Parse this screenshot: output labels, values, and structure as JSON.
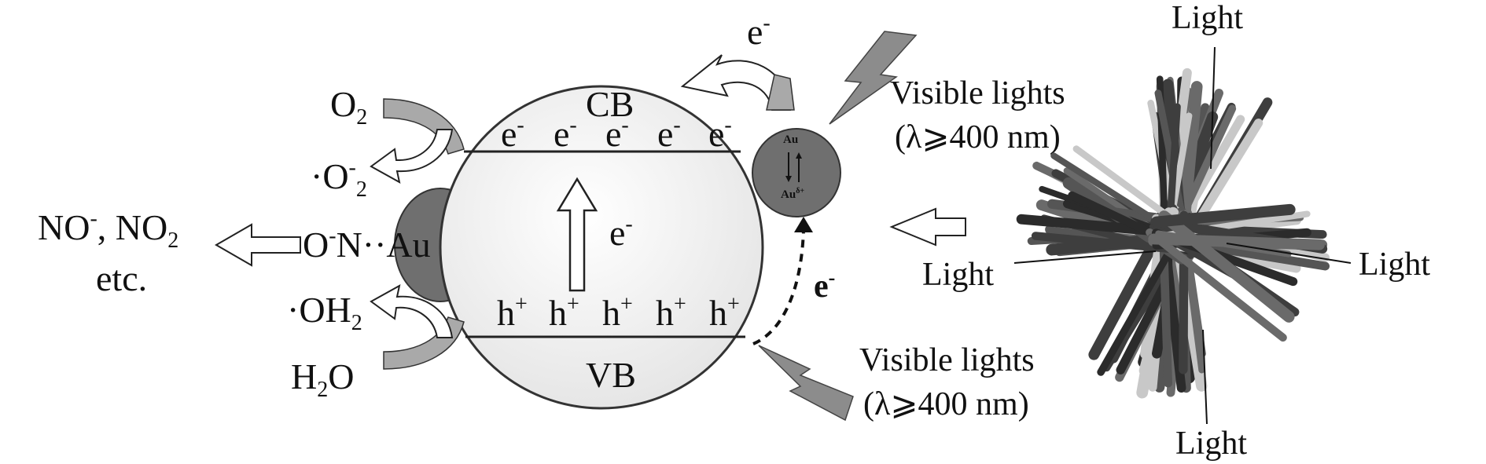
{
  "labels": {
    "cb": "CB",
    "vb": "VB",
    "electron": "e",
    "electron_sign": "-",
    "hole": "h",
    "hole_sign": "+",
    "e_top": "e",
    "e_dashed": "e",
    "o2": "O",
    "o2_sub": "2",
    "superoxide": "·O",
    "superoxide_sign": "-",
    "superoxide_sub": "2",
    "onoau_o": "O",
    "onoau_rest": "N··Au",
    "products_line1_a": "NO",
    "products_line1_sign": "-",
    "products_line1_b": ", NO",
    "products_line1_sub": "2",
    "products_line2": "etc.",
    "oh2": "·OH",
    "oh2_sub": "2",
    "h2o_h": "H",
    "h2o_sub": "2",
    "h2o_o": "O",
    "au_small": "Au",
    "au_particle_top": "Au",
    "au_particle_bottom": "Au",
    "au_particle_bottom_sup": "δ+",
    "visible_top_line1": "Visible lights",
    "visible_top_line2": "(λ⩾400 nm)",
    "visible_bottom_line1": "Visible lights",
    "visible_bottom_line2": "(λ⩾400 nm)",
    "light_top": "Light",
    "light_left": "Light",
    "light_right": "Light",
    "light_bottom": "Light"
  },
  "colors": {
    "sphere_fill": "#efefef",
    "au_fill": "#6f6f6f",
    "curved_arrow_fill": "#a9a9a9",
    "bolt_fill": "#8c8c8c",
    "rod_dark": "#2b2b2b",
    "rod_mid": "#6a6a6a",
    "rod_light": "#c8c8c8"
  },
  "icons": [
    "lightning-bolt-icon",
    "hollow-arrow-icon",
    "curved-arrow-icon",
    "nanorod-cluster-icon"
  ]
}
